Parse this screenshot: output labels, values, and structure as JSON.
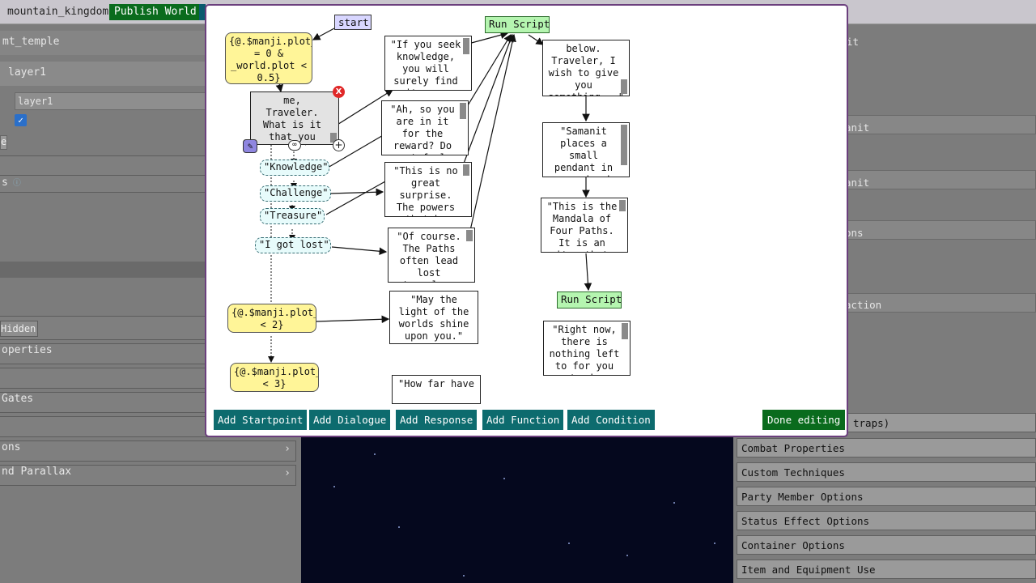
{
  "topbar": {
    "world_name": "mountain_kingdom",
    "publish_label": "Publish World"
  },
  "left_panel": {
    "header": "mt_temple",
    "layer_title": "layer1",
    "layer_input_value": "layer1",
    "checkbox_checked": true,
    "small_button": "e",
    "row_s": "s",
    "hidden_button": "Hidden",
    "rows": {
      "properties": "operties",
      "gates": " Gates",
      "options": "ons",
      "parallax": "nd Parallax"
    }
  },
  "right_panel": {
    "fragments": [
      "it",
      "anit",
      "anit",
      "ons",
      "action"
    ],
    "rows": [
      "or projectiles and traps)",
      "Combat Properties",
      "Custom Techniques",
      "Party Member Options",
      "Status Effect Options",
      "Container Options",
      "Item and Equipment Use"
    ]
  },
  "editor": {
    "nodes": {
      "start": "start",
      "cond1": "{@.$manji.plot_ = 0 & _world.plot < 0.5}",
      "dlg_root": "me, Traveler. What is it that you seek?\"",
      "resp_knowledge": "\"Knowledge\"",
      "resp_challenge": "\"Challenge\"",
      "resp_treasure": "\"Treasure\"",
      "resp_lost": "\"I got lost\"",
      "dlg_knowledge": "\"If you seek knowledge, you will surely find it. ...",
      "dlg_challenge": "\"Ah, so you are in it for the reward? Do not fool",
      "dlg_treasure": "\"This is no great surprise. The powers that be",
      "dlg_lost": "\"Of course. The Paths often lead lost travelers",
      "cond2": "{@.$manji.plot_ < 2}",
      "dlg_may": "\"May the light of the worlds shine upon you.\"",
      "cond3": "{@.$manji.plot_ < 3}",
      "dlg_howfar": "\"How far have",
      "script1": "Run Script",
      "dlg_gift": "below. Traveler, I wish to give you something...\"",
      "dlg_samanit": "\"Samanit places a small pendant in your hand",
      "dlg_mandala": "\"This is the Mandala of Four Paths. It is an item that",
      "script2": "Run Script",
      "dlg_rightnow": "\"Right now, there is nothing left to for you to do"
    },
    "buttons": {
      "add_startpoint": "Add Startpoint",
      "add_dialogue": "Add Dialogue",
      "add_response": "Add Response",
      "add_function": "Add Function",
      "add_condition": "Add Condition",
      "done_editing": "Done editing"
    },
    "node_controls": {
      "delete": "X",
      "edit": "✎",
      "link": "∞",
      "add": "+"
    }
  },
  "colors": {
    "condition": "#fff598",
    "response": "#e7fbfb",
    "start": "#d8d6ff",
    "script": "#b5f5b0",
    "tool_button": "#0d6b6e",
    "done_button": "#0a6b1d",
    "modal_border": "#6b3f7d"
  }
}
